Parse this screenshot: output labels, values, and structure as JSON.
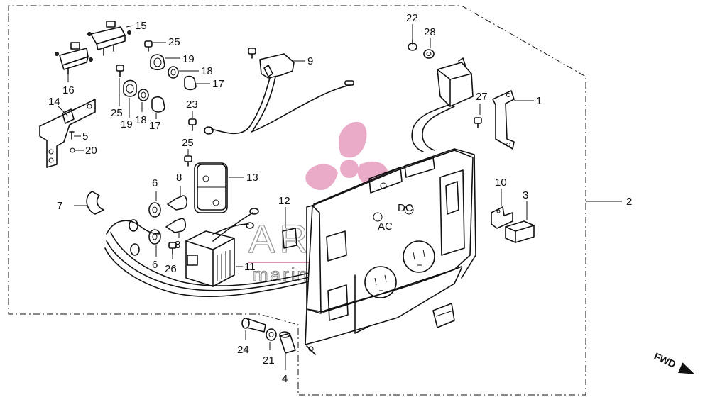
{
  "watermark": {
    "brand": "ARMADA",
    "tagline": "marine outboards",
    "brand_color": "#e9a7c7",
    "line_color": "#e48fb8"
  },
  "direction_marker": {
    "label": "FWD"
  },
  "callouts": {
    "c1": "1",
    "c2": "2",
    "c3": "3",
    "c4": "4",
    "c5": "5",
    "c6a": "6",
    "c6b": "6",
    "c7": "7",
    "c8a": "8",
    "c8b": "8",
    "c9": "9",
    "c10": "10",
    "c11": "11",
    "c12": "12",
    "c13": "13",
    "c14": "14",
    "c15": "15",
    "c16": "16",
    "c17a": "17",
    "c17b": "17",
    "c18a": "18",
    "c18b": "18",
    "c19a": "19",
    "c19b": "19",
    "c20": "20",
    "c21": "21",
    "c22": "22",
    "c23": "23",
    "c24": "24",
    "c25a": "25",
    "c25b": "25",
    "c25c": "25",
    "c26": "26",
    "c27": "27",
    "c28": "28"
  },
  "panel_labels": {
    "ac": "AC",
    "dc": "DC"
  }
}
